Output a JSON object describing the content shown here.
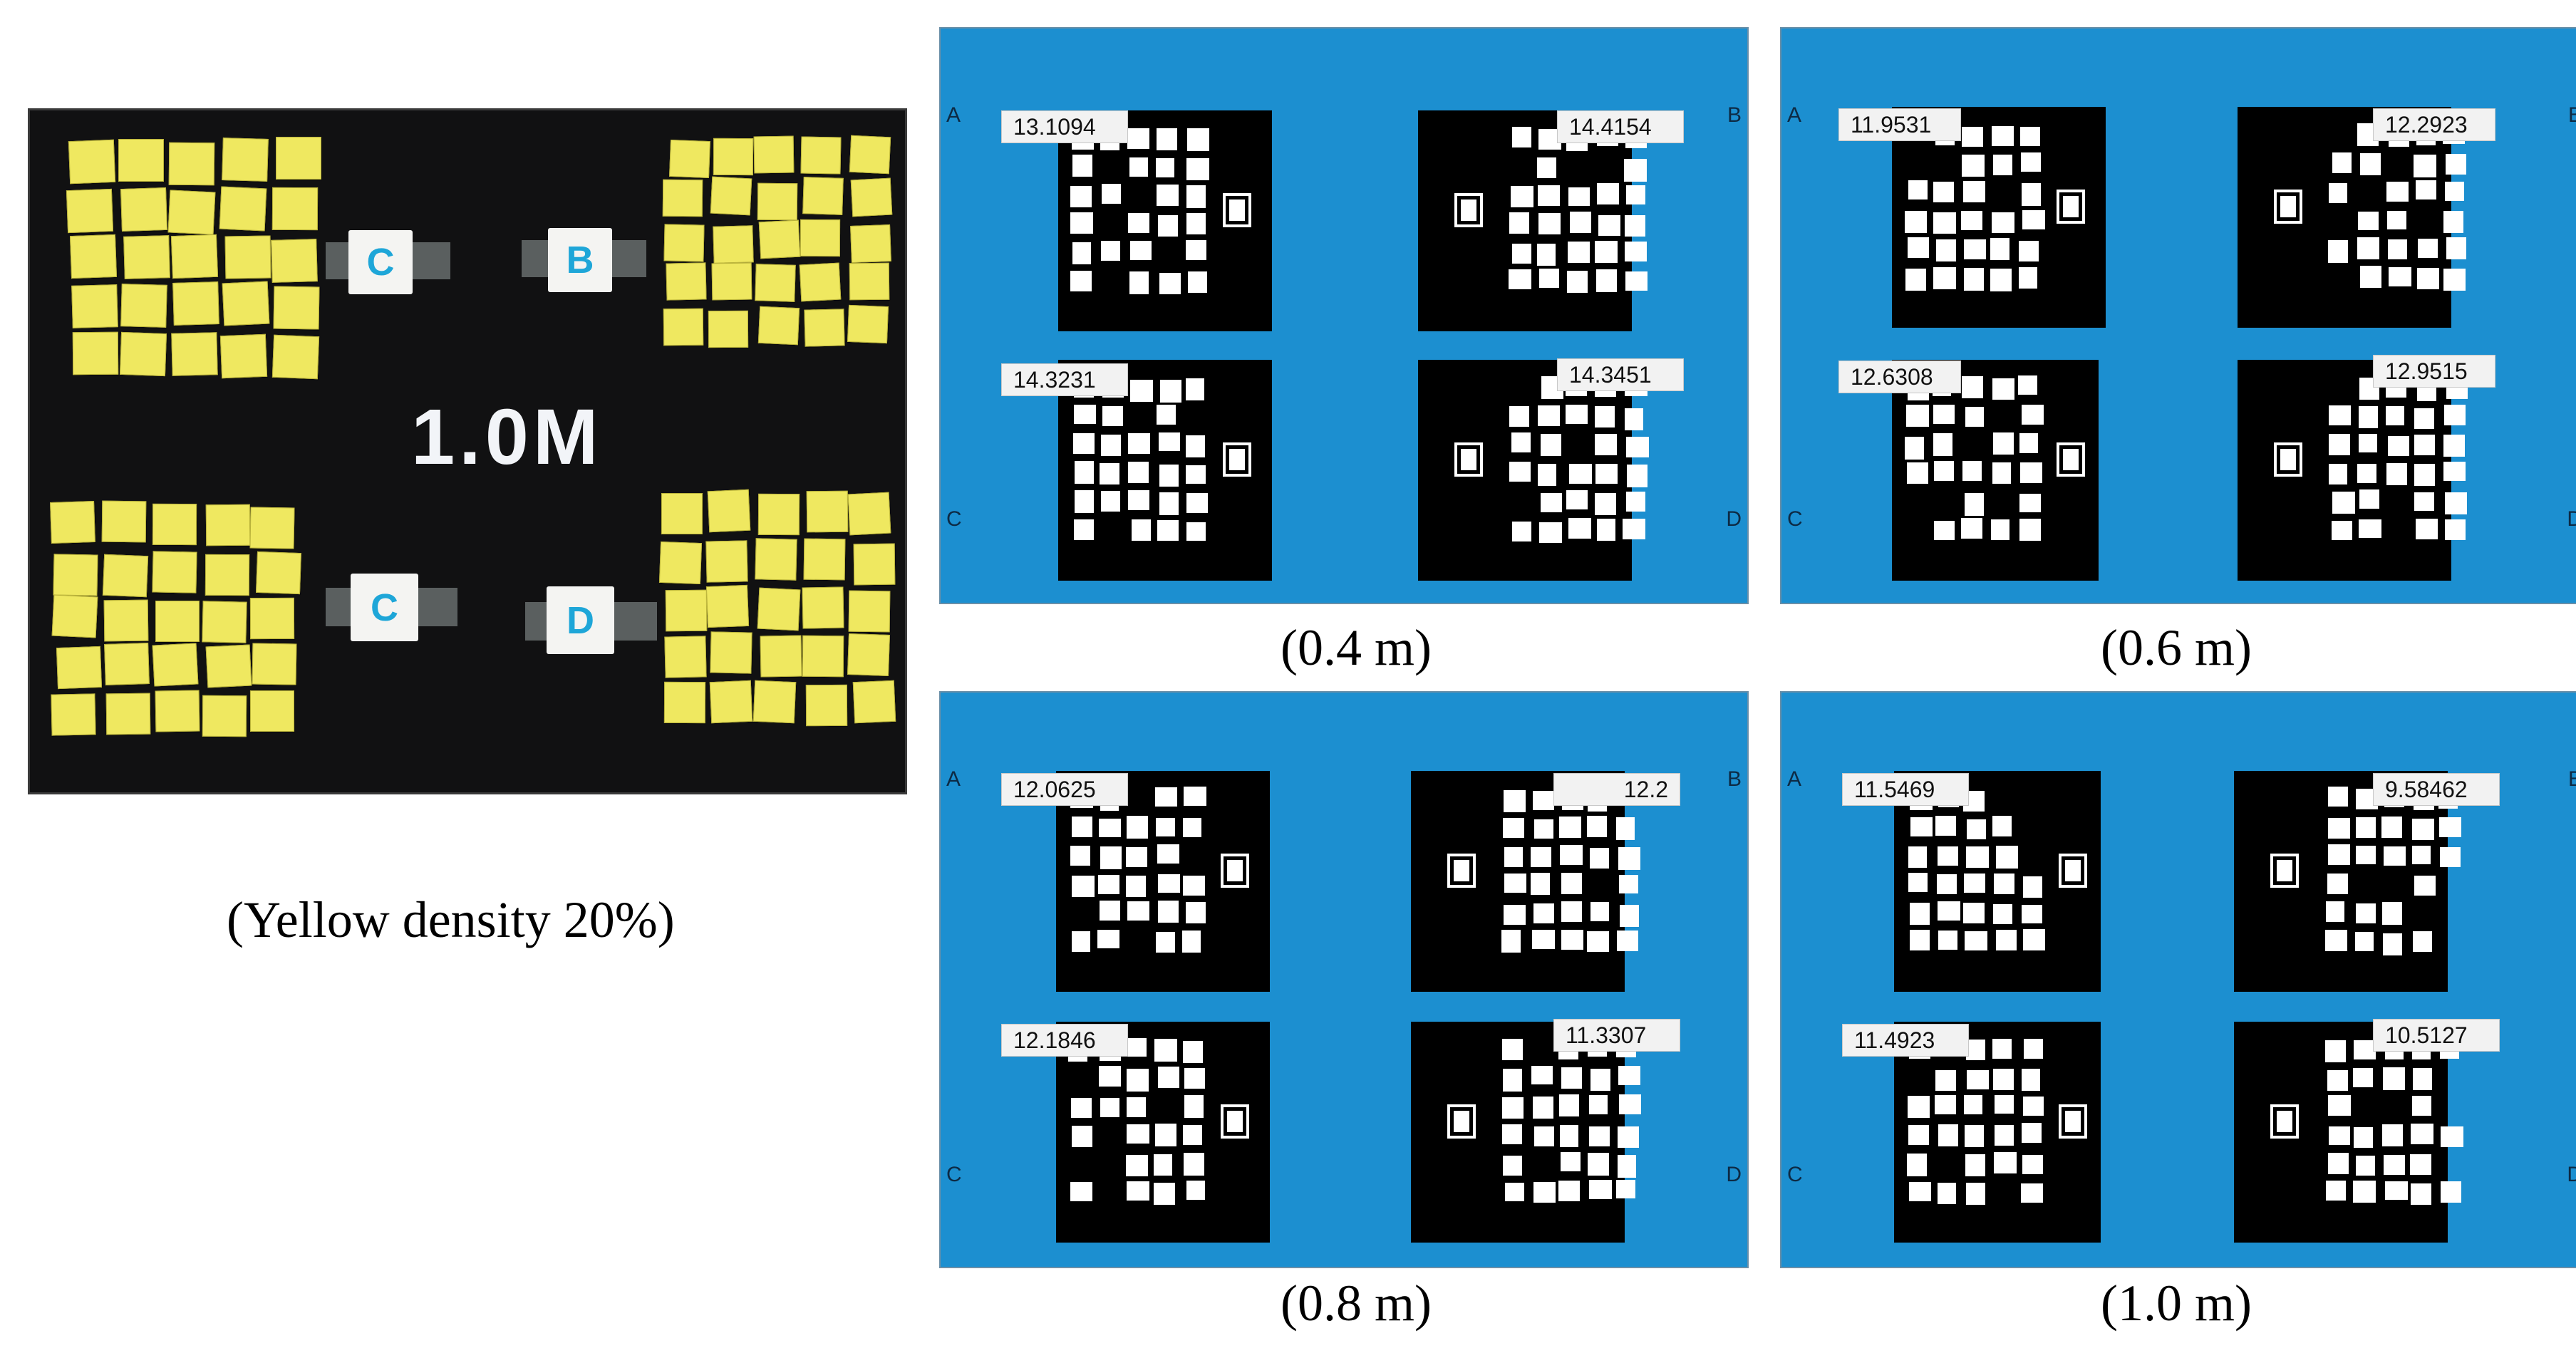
{
  "photo": {
    "label": "1.0M",
    "tags": [
      "C",
      "B",
      "C",
      "D"
    ],
    "colors": {
      "note": "#efe860",
      "background": "#111112",
      "tag_text": "#1ea6d8"
    }
  },
  "captions": {
    "photo": "(Yellow density 20%)"
  },
  "panels": [
    {
      "caption": "(0.4 m)",
      "corners": [
        "A",
        "B",
        "C",
        "D"
      ],
      "values": {
        "A": "13.1094",
        "B": "14.4154",
        "C": "14.3231",
        "D": "14.3451"
      }
    },
    {
      "caption": "(0.6 m)",
      "corners": [
        "A",
        "B",
        "C",
        "D"
      ],
      "values": {
        "A": "11.9531",
        "B": "12.2923",
        "C": "12.6308",
        "D": "12.9515"
      }
    },
    {
      "caption": "(0.8 m)",
      "corners": [
        "A",
        "B",
        "C",
        "D"
      ],
      "values": {
        "A": "12.0625",
        "B": "12.2",
        "C": "12.1846",
        "D": "11.3307"
      }
    },
    {
      "caption": "(1.0 m)",
      "corners": [
        "A",
        "B",
        "C",
        "D"
      ],
      "values": {
        "A": "11.5469",
        "B": "9.58462",
        "C": "11.4923",
        "D": "10.5127"
      }
    }
  ],
  "colors": {
    "panel_background": "#1c8fd0",
    "segment_background": "#000000",
    "segment_foreground": "#ffffff"
  }
}
